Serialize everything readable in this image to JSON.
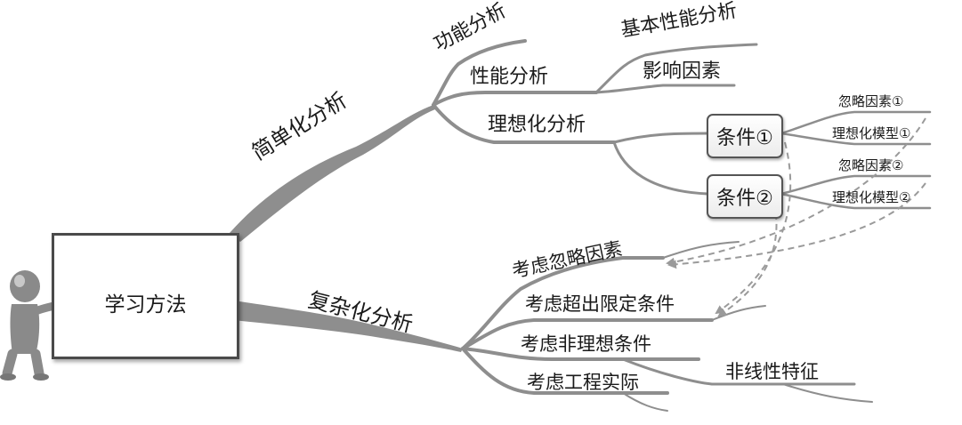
{
  "root": {
    "label": "学习方法"
  },
  "branches": {
    "simple": {
      "label": "简单化分析",
      "function": "功能分析",
      "performance": "性能分析",
      "basic_performance": "基本性能分析",
      "influence_factors": "影响因素",
      "idealization": "理想化分析",
      "condition1": "条件①",
      "condition2": "条件②",
      "ignore1": "忽略因素①",
      "model1": "理想化模型①",
      "ignore2": "忽略因素②",
      "model2": "理想化模型②"
    },
    "complex": {
      "label": "复杂化分析",
      "consider_ignored": "考虑忽略因素",
      "consider_beyond": "考虑超出限定条件",
      "consider_nonideal": "考虑非理想条件",
      "nonlinear": "非线性特征",
      "consider_engineering": "考虑工程实际"
    }
  },
  "colors": {
    "branch": "#8e8e8e",
    "dashed": "#9a9a9a",
    "figure": "#8a8a8a",
    "text": "#1a1a1a"
  }
}
